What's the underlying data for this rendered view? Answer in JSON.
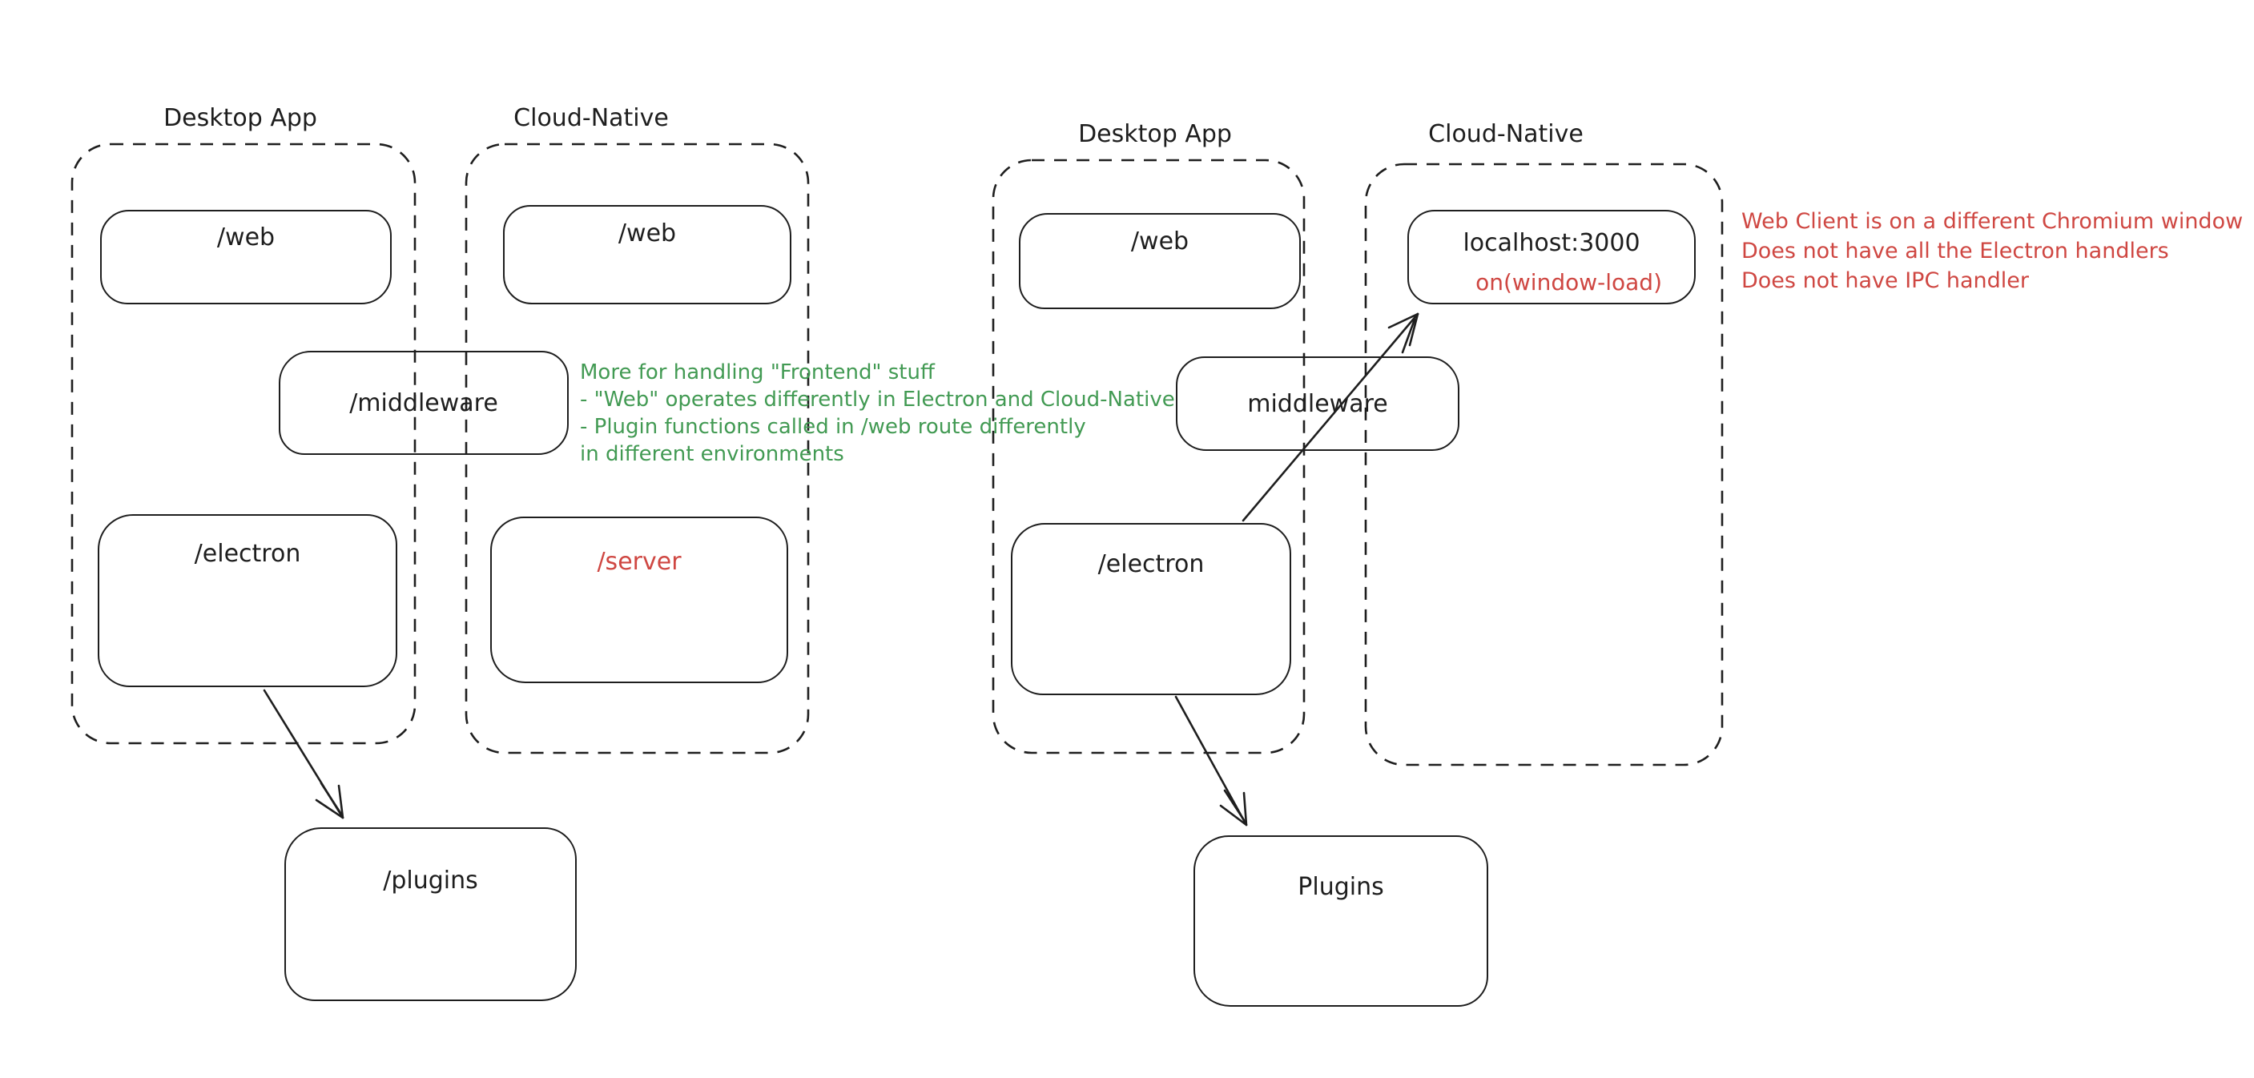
{
  "colors": {
    "ink": "#1e1e1e",
    "green": "#429a53",
    "red": "#cf4742",
    "background": "#ffffff"
  },
  "left_diagram": {
    "desktop_label": "Desktop App",
    "cloud_label": "Cloud-Native",
    "desktop_web_box": "/web",
    "cloud_web_box": "/web",
    "middleware_box": "/middleware",
    "electron_box": "/electron",
    "server_box": "/server",
    "plugins_box": "/plugins",
    "green_note_lines": [
      "More for handling \"Frontend\" stuff",
      "- \"Web\" operates differently in Electron and Cloud-Native",
      "- Plugin functions called in /web route differently",
      "in different environments"
    ]
  },
  "right_diagram": {
    "desktop_label": "Desktop App",
    "cloud_label": "Cloud-Native",
    "desktop_web_box": "/web",
    "localhost_box": "localhost:3000",
    "localhost_box_sub": "on(window-load)",
    "middleware_box": "middleware",
    "electron_box": "/electron",
    "plugins_box": "Plugins",
    "red_note_lines": [
      "Web Client is on a different Chromium window",
      "Does not have all the Electron handlers",
      "Does not have IPC handler"
    ]
  }
}
